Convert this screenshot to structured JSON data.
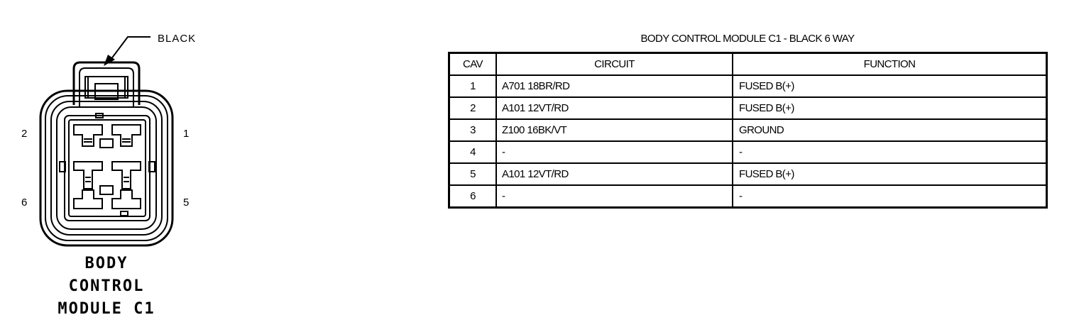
{
  "connector": {
    "color_label": "BLACK",
    "pins": {
      "p1": "1",
      "p2": "2",
      "p5": "5",
      "p6": "6"
    },
    "name_lines": [
      "BODY",
      "CONTROL",
      "MODULE C1"
    ]
  },
  "table": {
    "title": "BODY CONTROL MODULE C1 - BLACK 6 WAY",
    "headers": {
      "cav": "CAV",
      "circuit": "CIRCUIT",
      "function": "FUNCTION"
    },
    "rows": [
      {
        "cav": "1",
        "circuit": "A701  18BR/RD",
        "function": "FUSED B(+)"
      },
      {
        "cav": "2",
        "circuit": "A101  12VT/RD",
        "function": "FUSED B(+)"
      },
      {
        "cav": "3",
        "circuit": "Z100  16BK/VT",
        "function": "GROUND"
      },
      {
        "cav": "4",
        "circuit": "-",
        "function": "-"
      },
      {
        "cav": "5",
        "circuit": "A101  12VT/RD",
        "function": "FUSED B(+)"
      },
      {
        "cav": "6",
        "circuit": "-",
        "function": "-"
      }
    ]
  }
}
